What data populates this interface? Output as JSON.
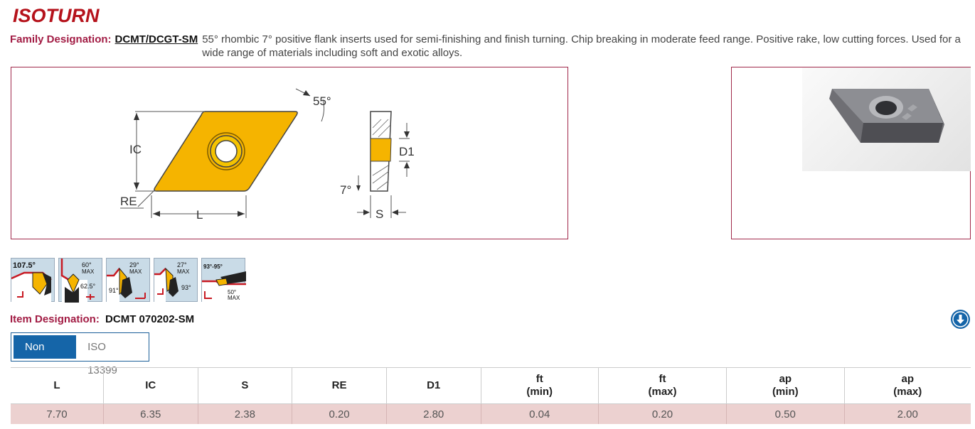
{
  "brand": {
    "logo_text": "ISOTURN",
    "logo_color": "#b5121b"
  },
  "family": {
    "label": "Family Designation:",
    "code": "DCMT/DCGT-SM",
    "description": "55° rhombic 7° positive flank inserts used for semi-finishing and finish turning. Chip breaking in moderate feed range. Positive rake, low cutting forces. Used for a wide range of materials including soft and exotic alloys."
  },
  "drawing": {
    "angle_label": "55°",
    "ic_label": "IC",
    "re_label": "RE",
    "l_label": "L",
    "d1_label": "D1",
    "flank_label": "7°",
    "s_label": "S",
    "insert_color": "#f5b400"
  },
  "applications": [
    {
      "top": "107.5°",
      "bottom": ""
    },
    {
      "top": "60°",
      "sub": "MAX",
      "bottom": "62.5°"
    },
    {
      "top": "29°",
      "sub": "MAX",
      "bottom": "91°"
    },
    {
      "top": "27°",
      "sub": "MAX",
      "bottom": "93°"
    },
    {
      "top": "93°-95°",
      "sub": "",
      "bottom": "50°",
      "bottom_sub": "MAX"
    }
  ],
  "item": {
    "label": "Item Designation:",
    "value": "DCMT 070202-SM"
  },
  "standards": {
    "active": "Non ISO",
    "inactive": "ISO 13399"
  },
  "table": {
    "headers": [
      [
        "L",
        ""
      ],
      [
        "IC",
        ""
      ],
      [
        "S",
        ""
      ],
      [
        "RE",
        ""
      ],
      [
        "D1",
        ""
      ],
      [
        "ft",
        "(min)"
      ],
      [
        "ft",
        "(max)"
      ],
      [
        "ap",
        "(min)"
      ],
      [
        "ap",
        "(max)"
      ]
    ],
    "rows": [
      [
        "7.70",
        "6.35",
        "2.38",
        "0.20",
        "2.80",
        "0.04",
        "0.20",
        "0.50",
        "2.00"
      ]
    ]
  },
  "colors": {
    "accent": "#a21c44",
    "primary": "#1565a8",
    "row_bg": "#ecd1d0"
  }
}
